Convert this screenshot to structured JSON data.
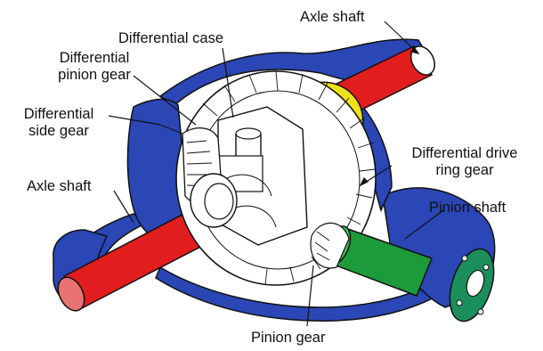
{
  "labels": {
    "axle_shaft_top": "Axle shaft",
    "differential_case": "Differential case",
    "differential_pinion_gear_line1": "Differential",
    "differential_pinion_gear_line2": "pinion gear",
    "differential_side_gear_line1": "Differential",
    "differential_side_gear_line2": "side gear",
    "differential_drive_ring_gear_line1": "Differential drive",
    "differential_drive_ring_gear_line2": "ring gear",
    "axle_shaft_left": "Axle shaft",
    "pinion_shaft": "Pinion shaft",
    "pinion_gear": "Pinion gear"
  },
  "colors": {
    "housing": "#2b46b5",
    "axle": "#e21d1d",
    "pinion_shaft": "#1d9a3a",
    "flange": "#1c8e5c",
    "bearing": "#efe21a",
    "outline": "#111111",
    "gear_fill": "#ffffff"
  }
}
